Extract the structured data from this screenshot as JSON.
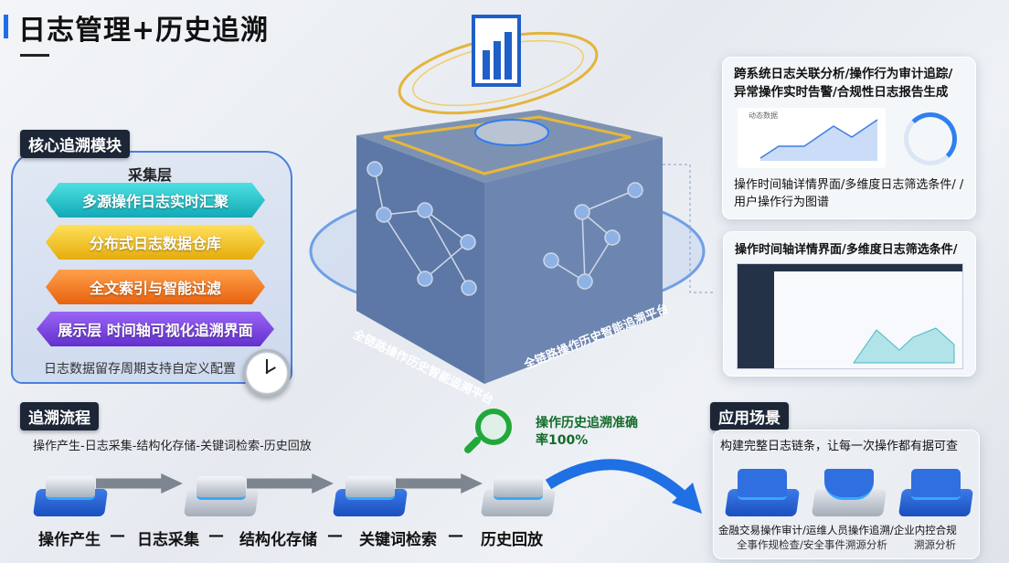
{
  "title": "日志管理+历史追溯",
  "colors": {
    "accent": "#1f6fe5",
    "dark_tag": "#1d2636",
    "teal": "#1cc4c9",
    "yellow": "#f2c418",
    "orange": "#f47a1f",
    "purple": "#7a3fe0",
    "green": "#22a83a"
  },
  "core": {
    "label": "核心追溯模块",
    "top_layer": "采集层",
    "bands": [
      "多源操作日志实时汇聚",
      "分布式日志数据仓库",
      "全文索引与智能过滤",
      "展示层 时间轴可视化追溯界面"
    ],
    "footer": "日志数据留存周期支持自定义配置",
    "clock_icon": "stopwatch-icon"
  },
  "platform": {
    "front_label": "全链路操作历史智能追溯平台",
    "side_label": "全链路操作历史智能追溯平台",
    "top_icon": "bar-chart-icon"
  },
  "card1": {
    "heading": "跨系统日志关联分析/操作行为审计追踪/异常操作实时告警/合规性日志报告生成",
    "chart_label": "动态数据",
    "caption": "操作时间轴详情界面/多维度日志筛选条件/ /用户操作行为图谱"
  },
  "card2": {
    "heading": "操作时间轴详情界面/多维度日志筛选条件/"
  },
  "flow": {
    "label": "追溯流程",
    "subtitle": "操作产生-日志采集-结构化存储-关键词检索-历史回放",
    "steps": [
      "操作产生",
      "日志采集",
      "结构化存储",
      "关键词检索",
      "历史回放"
    ],
    "separator": "—",
    "accuracy": "操作历史追溯准确率100%"
  },
  "scenes": {
    "label": "应用场景",
    "subtitle": "构建完整日志链条，让每一次操作都有据可查",
    "captions": [
      "金融交易操作审计/运维人员操作追溯/企业内控合规",
      "全事作规检查/安全事件溯源分析",
      "溯源分析"
    ]
  }
}
